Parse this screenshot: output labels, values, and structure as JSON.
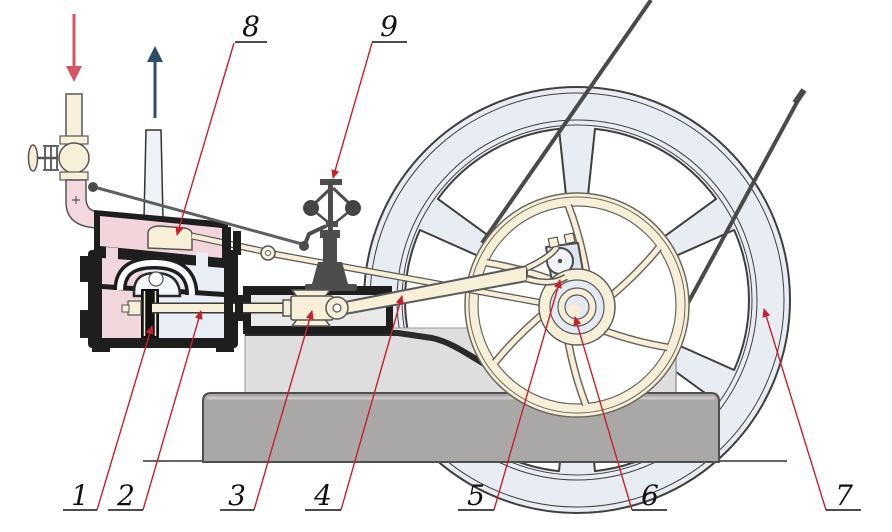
{
  "diagram": {
    "subject": "Stationary steam engine side view with numbered parts",
    "callouts": [
      {
        "number": "1"
      },
      {
        "number": "2"
      },
      {
        "number": "3"
      },
      {
        "number": "4"
      },
      {
        "number": "5"
      },
      {
        "number": "6"
      },
      {
        "number": "7"
      },
      {
        "number": "8"
      },
      {
        "number": "9"
      }
    ],
    "icons": {
      "steam_inlet_arrow": "red-down-arrow",
      "exhaust_arrow": "blue-up-arrow"
    },
    "colors": {
      "leader_red": "#c8202a",
      "inlet_arrow_red": "#d25663",
      "exhaust_arrow_blue": "#2e4d68",
      "steam_pink": "#f0d7db",
      "steam_chest_pink": "#f2d5da",
      "exhaust_blue": "#e8edf6",
      "metal_cream": "#f8efd9",
      "flywheel_blue": "#e8edf4",
      "casting_black": "#1e1e1e",
      "bed_gray": "#dedede",
      "foundation_gray": "#aaa7a7",
      "governor_gray": "#4d4d4d"
    }
  }
}
